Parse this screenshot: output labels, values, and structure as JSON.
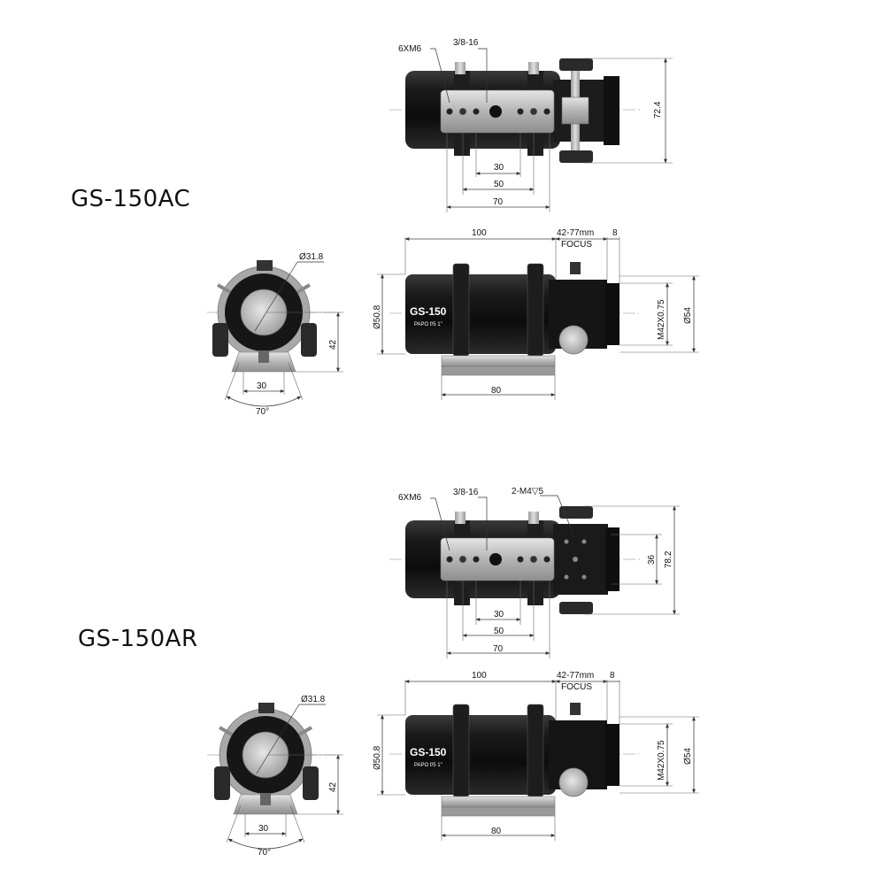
{
  "models": [
    {
      "name": "GS-150AC",
      "top_view": {
        "thread_label": "6XM6",
        "mount_hole_label": "3/8-16",
        "hole_spacing_small": "30",
        "hole_spacing_mid": "50",
        "bar_length": "70",
        "height_label": "72.4",
        "extra_label": ""
      },
      "side_view": {
        "tube_length": "100",
        "focus_label": "42-77mm",
        "focus_word": "FOCUS",
        "end_label": "8",
        "tube_diameter": "Ø50.8",
        "thread": "M42X0.75",
        "outer_diameter": "Ø54",
        "base_length": "80",
        "brand": "GS-150",
        "sub_brand": "PAPO  f/5  1\""
      },
      "front_view": {
        "eyepiece_diameter": "Ø31.8",
        "height": "42",
        "base_width": "30",
        "angle": "70°"
      }
    },
    {
      "name": "GS-150AR",
      "top_view": {
        "thread_label": "6XM6",
        "mount_hole_label": "3/8-16",
        "hole_spacing_small": "30",
        "hole_spacing_mid": "50",
        "bar_length": "70",
        "height_label": "78.2",
        "extra_label": "2-M4▽5",
        "inner_label": "36"
      },
      "side_view": {
        "tube_length": "100",
        "focus_label": "42-77mm",
        "focus_word": "FOCUS",
        "end_label": "8",
        "tube_diameter": "Ø50.8",
        "thread": "M42X0.75",
        "outer_diameter": "Ø54",
        "base_length": "80",
        "brand": "GS-150",
        "sub_brand": "PAPO  f/5  1\""
      },
      "front_view": {
        "eyepiece_diameter": "Ø31.8",
        "height": "42",
        "base_width": "30",
        "angle": "70°"
      }
    }
  ],
  "colors": {
    "tube": "#141414",
    "metal": "#bdbdbd",
    "metal_dark": "#8a8a8a",
    "dimension": "#444444"
  }
}
